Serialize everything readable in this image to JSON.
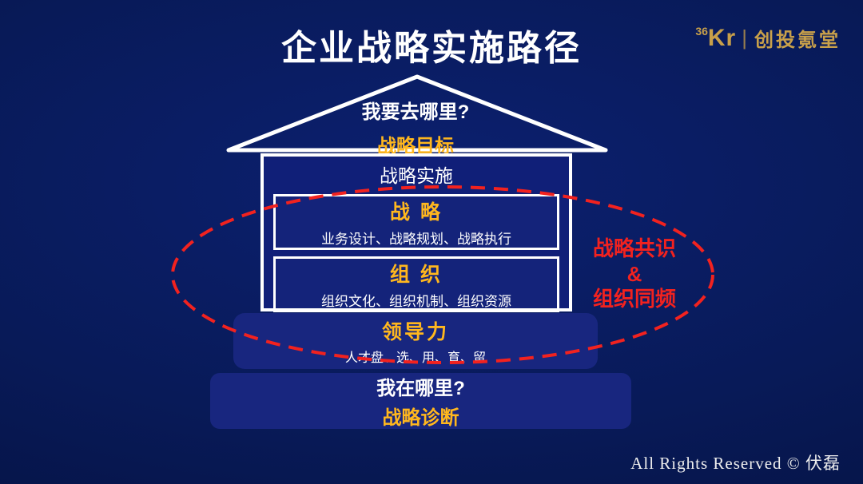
{
  "header": {
    "title": "企业战略实施路径",
    "brand": {
      "num": "36",
      "kr": "Kr",
      "divider": "|",
      "name": "创投氪堂"
    }
  },
  "house": {
    "roof": {
      "question": "我要去哪里?",
      "answer": "战略目标"
    },
    "body": {
      "label": "战略实施",
      "boxes": [
        {
          "title": "战 略",
          "detail": "业务设计、战略规划、战略执行"
        },
        {
          "title": "组 织",
          "detail": "组织文化、组织机制、组织资源"
        }
      ]
    },
    "pedestal": {
      "title": "领导力",
      "detail": "人才盘、选、用、育、留"
    },
    "base": {
      "question": "我在哪里?",
      "answer": "战略诊断"
    }
  },
  "annotation": {
    "lines": [
      "战略共识",
      "&",
      "组织同频"
    ]
  },
  "footer": {
    "text": "All Rights Reserved © 伏磊"
  },
  "colors": {
    "background_center": "#0c2070",
    "background_edge": "#040f3a",
    "panel": "#101f78",
    "block": "#18267f",
    "gold": "#ffb71e",
    "brand_gold": "#c8a04a",
    "red": "#f2221f"
  }
}
